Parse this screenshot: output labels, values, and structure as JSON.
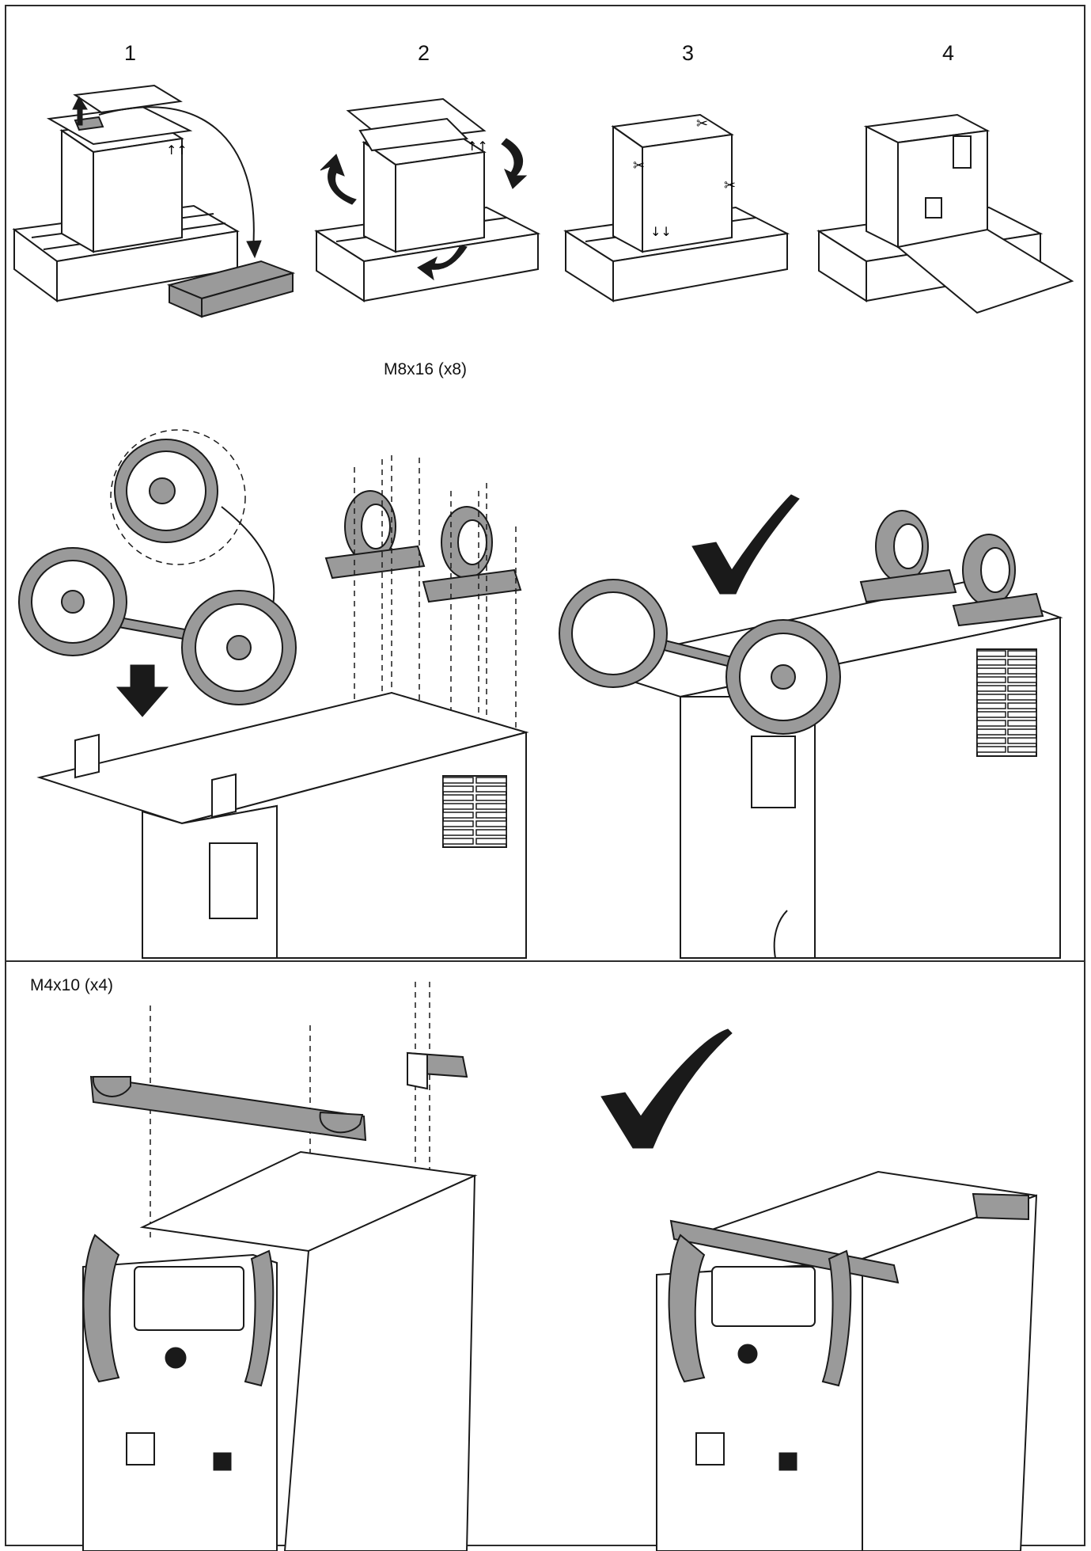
{
  "steps": [
    {
      "number": "1"
    },
    {
      "number": "2"
    },
    {
      "number": "3"
    },
    {
      "number": "4"
    }
  ],
  "labels": {
    "wheel_screws": "M8x16 (x8)",
    "handle_screws": "M4x10 (x4)"
  },
  "icons": [
    "arrow-up-icon",
    "curved-arrow-icon",
    "scissors-icon",
    "checkmark-icon",
    "arrow-down-icon"
  ],
  "colors": {
    "line": "#1a1a1a",
    "fill_gray": "#9a9a9a",
    "background": "#ffffff"
  }
}
